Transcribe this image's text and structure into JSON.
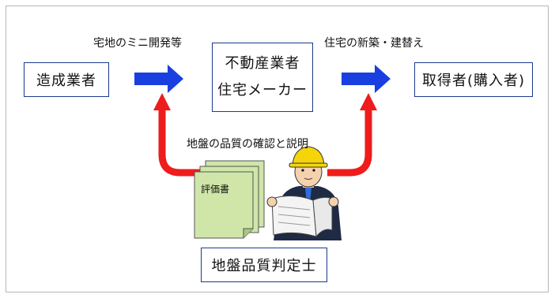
{
  "nodes": {
    "developer": "造成業者",
    "builder_line1": "不動産業者",
    "builder_line2": "住宅メーカー",
    "buyer": "取得者(購入者)",
    "appraiser": "地盤品質判定士"
  },
  "edge_labels": {
    "developer_to_builder": "宅地のミニ開発等",
    "builder_to_buyer": "住宅の新築・建替え",
    "appraiser_role": "地盤の品質の確認と説明"
  },
  "document": {
    "label": "評価書"
  },
  "colors": {
    "box_border": "#1a3a8c",
    "blue_arrow": "#1a3fe0",
    "red_arrow": "#ee1c1c",
    "document_fill": "#cfe6a8",
    "helmet": "#f5d50a"
  }
}
